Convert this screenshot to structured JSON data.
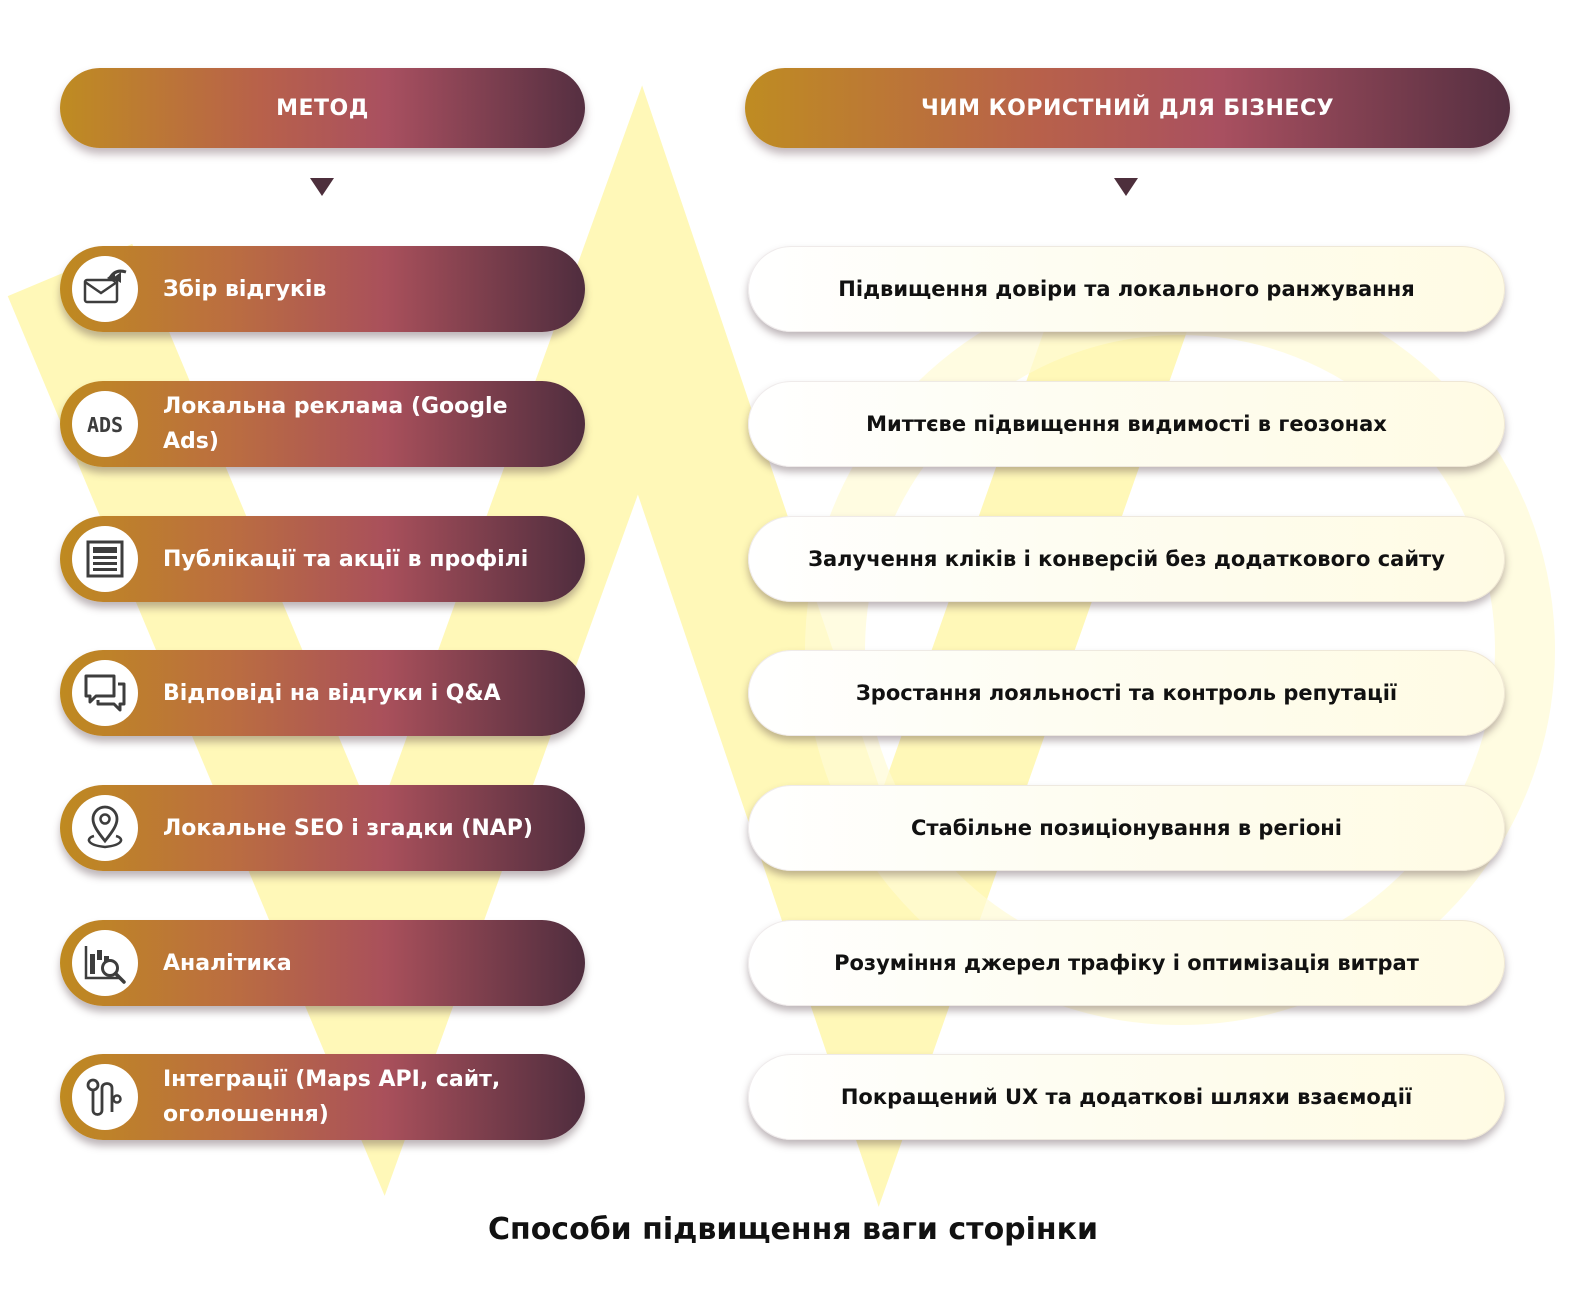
{
  "headers": {
    "method": "МЕТОД",
    "benefit": "ЧИМ КОРИСТНИЙ ДЛЯ БІЗНЕСУ"
  },
  "rows": [
    {
      "icon": "mail-return-icon",
      "method": "Збір відгуків",
      "benefit": "Підвищення довіри та локального ранжування"
    },
    {
      "icon": "ads-icon",
      "icon_text": "ADS",
      "method": "Локальна реклама (Google Ads)",
      "benefit": "Миттєве підвищення видимості в геозонах"
    },
    {
      "icon": "document-icon",
      "method": "Публікації та акції в профілі",
      "benefit": "Залучення кліків і конверсій без додаткового сайту"
    },
    {
      "icon": "chat-icon",
      "method": "Відповіді на відгуки і Q&A",
      "benefit": "Зростання лояльності та контроль репутації"
    },
    {
      "icon": "location-pin-icon",
      "method": "Локальне SEO і згадки (NAP)",
      "benefit": "Стабільне позиціонування в регіоні"
    },
    {
      "icon": "analytics-icon",
      "method": "Аналітика",
      "benefit": "Розуміння джерел трафіку і оптимізація витрат"
    },
    {
      "icon": "route-icon",
      "method": "Інтеграції (Maps API, сайт, оголошення)",
      "benefit": "Покращений UX та додаткові шляхи взаємодії"
    }
  ],
  "caption": "Способи підвищення ваги сторінки",
  "colors": {
    "gradient_start": "#bf8a20",
    "gradient_mid": "#a9505b",
    "gradient_end": "#4f2d3e",
    "arrow": "#4d2f3c",
    "watermark": "#fff8b8"
  }
}
